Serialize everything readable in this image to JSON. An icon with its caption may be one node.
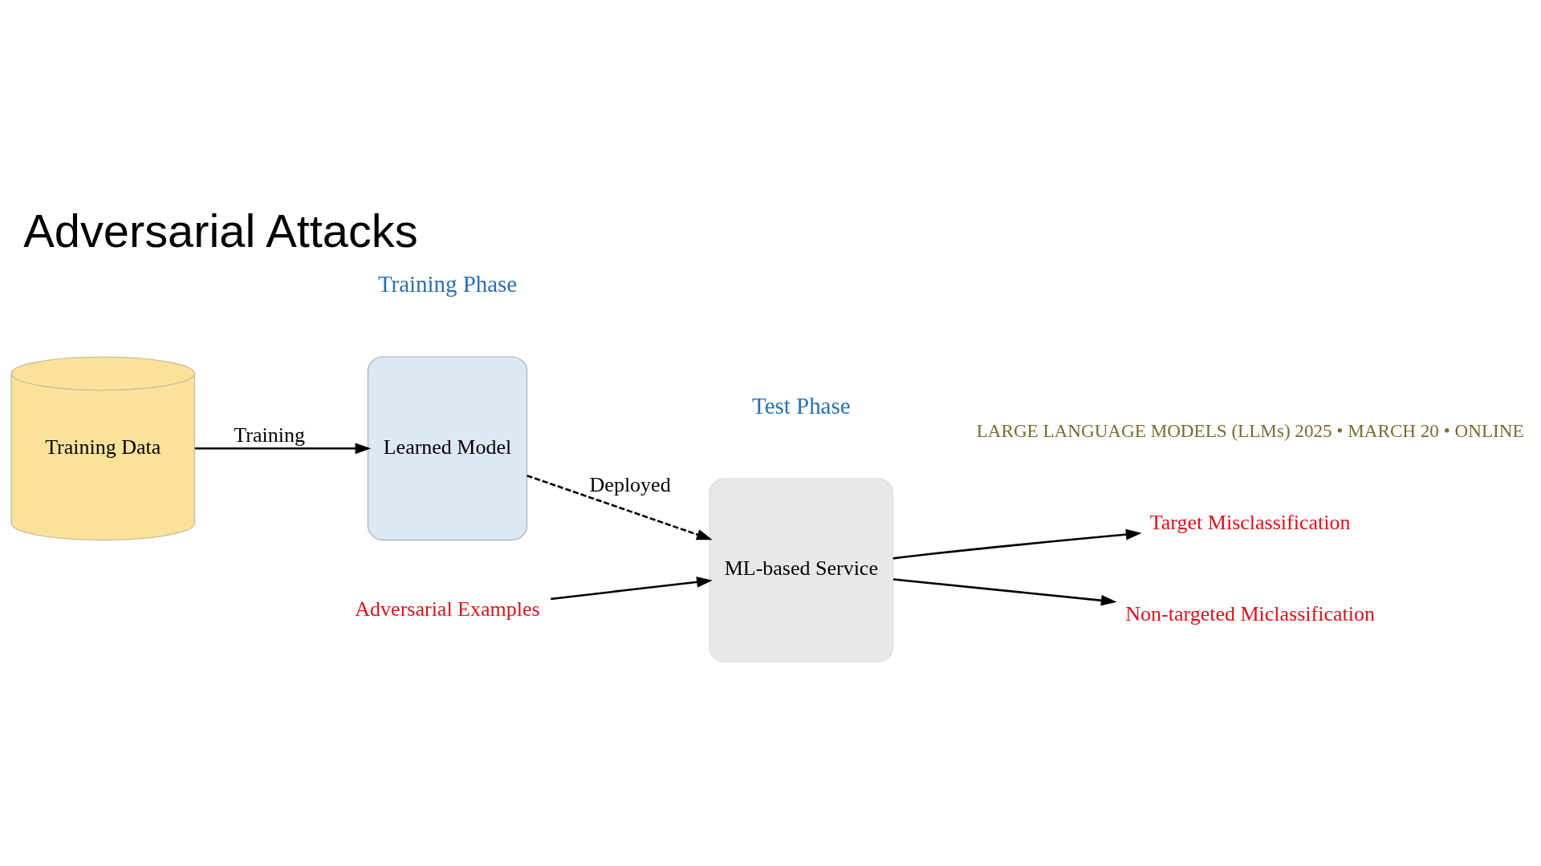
{
  "diagram": {
    "title": "Adversarial Attacks",
    "nodes": [
      {
        "text": [
          "Training Data"
        ]
      },
      {
        "text": [
          "Learned Model"
        ]
      },
      {
        "text": [
          "ML-based Service"
        ]
      },
      {
        "text": [
          "Target Misclassification"
        ]
      },
      {
        "text": [
          "Non-targeted Miclassification"
        ]
      },
      {
        "text": [
          "Adversarial Examples"
        ]
      }
    ],
    "edges": [
      {
        "from": 0,
        "to": 1,
        "arrow": "to",
        "label": "Training"
      },
      {
        "from": 1,
        "to": 2,
        "arrow": "to",
        "label": "Deployed",
        "style": "dashed"
      },
      {
        "from": 5,
        "to": 2,
        "arrow": "to"
      },
      {
        "from": 2,
        "to": 3,
        "arrow": "to"
      },
      {
        "from": 2,
        "to": 4,
        "arrow": "to"
      }
    ],
    "labels": [
      "Training Phase",
      "Test Phase",
      "LARGE LANGUAGE MODELS (LLMs) 2025 • MARCH 20 • ONLINE"
    ]
  }
}
